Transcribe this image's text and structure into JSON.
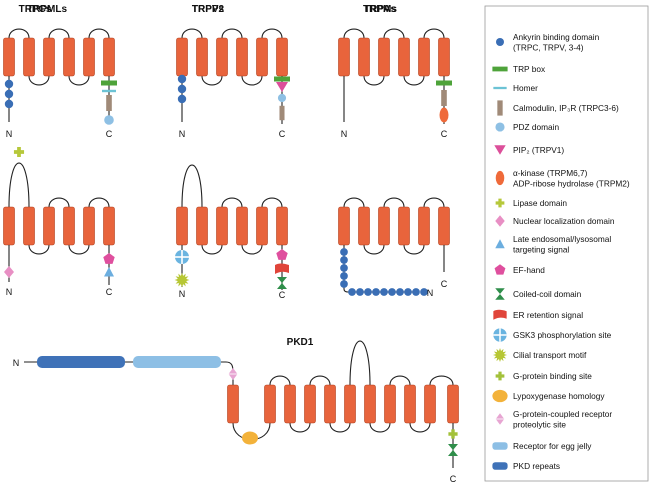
{
  "colors": {
    "segment": "#e8643c",
    "ankyrin": "#3a6eb5",
    "trp_box": "#4ea33a",
    "homer": "#6cc3d5",
    "calmodulin": "#a08a78",
    "pdz": "#8ec0e4",
    "pip2": "#dc4f9a",
    "alpha_kinase": "#ef6a3a",
    "lipase": "#b6c83a",
    "nuclear_localization": "#e88fc4",
    "late_endosomal": "#6caedf",
    "ef_hand": "#df4f9e",
    "coiled_coil": "#2f8e4a",
    "er_retention": "#e0453a",
    "gsk3": "#6ab4e0",
    "cilial_transport": "#b7c735",
    "g_protein_binding": "#a3c13a",
    "lipoxygenase": "#f3b23a",
    "gpcr_proteolytic": "#e7a5d2",
    "egg_jelly": "#8dbfe5",
    "pkd_repeats": "#3f72b8"
  },
  "channels": [
    {
      "name": "TRPCs",
      "n_label": "N",
      "c_label": "C"
    },
    {
      "name": "TRPVs",
      "n_label": "N",
      "c_label": "C"
    },
    {
      "name": "TRPMs",
      "n_label": "N",
      "c_label": "C"
    },
    {
      "name": "TRPMLs",
      "n_label": "N",
      "c_label": "C"
    },
    {
      "name": "TRPP2",
      "n_label": "N",
      "c_label": "C"
    },
    {
      "name": "TRPAs",
      "n_label": "N",
      "c_label": "C"
    },
    {
      "name": "PKD1",
      "n_label": "N",
      "c_label": "C"
    }
  ],
  "legend": [
    {
      "icon": "ankyrin-icon",
      "lines": [
        "Ankyrin binding domain",
        "(TRPC, TRPV, 3-4)"
      ]
    },
    {
      "icon": "trp-box-icon",
      "lines": [
        "TRP box"
      ]
    },
    {
      "icon": "homer-icon",
      "lines": [
        "Homer"
      ]
    },
    {
      "icon": "calmodulin-icon",
      "lines": [
        "Calmodulin, IP₃R (TRPC3-6)"
      ]
    },
    {
      "icon": "pdz-icon",
      "lines": [
        "PDZ domain"
      ]
    },
    {
      "icon": "pip2-icon",
      "lines": [
        "PIP₂ (TRPV1)"
      ]
    },
    {
      "icon": "alpha-kinase-icon",
      "lines": [
        "α-kinase (TRPM6,7)",
        "ADP-ribose hydrolase (TRPM2)"
      ]
    },
    {
      "icon": "lipase-icon",
      "lines": [
        "Lipase domain"
      ]
    },
    {
      "icon": "nuclear-localization-icon",
      "lines": [
        "Nuclear localization domain"
      ]
    },
    {
      "icon": "late-endosomal-icon",
      "lines": [
        "Late endosomal/lysosomal",
        "targeting signal"
      ]
    },
    {
      "icon": "ef-hand-icon",
      "lines": [
        "EF-hand"
      ]
    },
    {
      "icon": "coiled-coil-icon",
      "lines": [
        "Coiled-coil domain"
      ]
    },
    {
      "icon": "er-retention-icon",
      "lines": [
        "ER retention signal"
      ]
    },
    {
      "icon": "gsk3-icon",
      "lines": [
        "GSK3 phosphorylation site"
      ]
    },
    {
      "icon": "cilial-transport-icon",
      "lines": [
        "Cilial transport motif"
      ]
    },
    {
      "icon": "g-protein-binding-icon",
      "lines": [
        "G-protein binding site"
      ]
    },
    {
      "icon": "lipoxygenase-icon",
      "lines": [
        "Lypoxygenase homology"
      ]
    },
    {
      "icon": "gpcr-proteolytic-icon",
      "lines": [
        "G-protein-coupled receptor",
        "proteolytic site"
      ]
    },
    {
      "icon": "egg-jelly-icon",
      "lines": [
        "Receptor for egg jelly"
      ]
    },
    {
      "icon": "pkd-repeats-icon",
      "lines": [
        "PKD repeats"
      ]
    }
  ]
}
